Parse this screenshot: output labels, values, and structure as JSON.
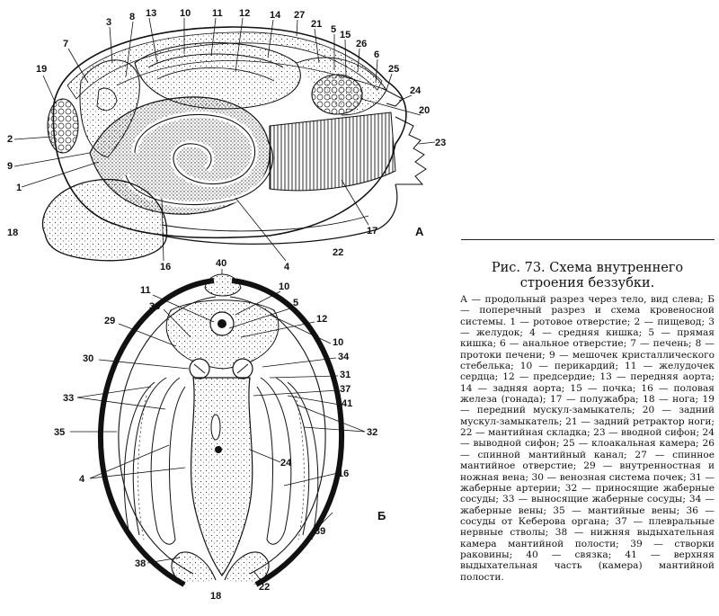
{
  "caption": {
    "title": "Рис. 73. Схема внутреннего строения беззубки.",
    "body": "А — продольный разрез через тело, вид слева; Б — поперечный разрез и схема кровеносной системы. 1 — ротовое отверстие; 2 — пищевод; 3 — желудок; 4 — средняя кишка; 5 — прямая кишка; 6 — анальное отверстие; 7 — печень; 8 — протоки печени; 9 — мешочек кристаллического стебелька; 10 — перикардий; 11 — желудочек сердца; 12 — предсердие; 13 — передняя аорта; 14 — задняя аорта; 15 — почка; 16 — половая железа (гонада); 17 — полужабра; 18 — нога; 19 — передний мускул-замыкатель; 20 — задний мускул-замыкатель; 21 — задний ретрактор ноги; 22 — мантийная складка; 23 — вводной сифон; 24 — выводной сифон; 25 — клоакальная камера; 26 — спинной мантийный канал; 27 — спинное мантийное отверстие; 29 — внутренностная и ножная вена; 30 — венозная система почек; 31 — жаберные артерии; 32 — приносящие жаберные сосуды; 33 — выносящие жаберные сосуды; 34 — жаберные вены; 35 — мантийные вены; 36 — сосуды от Кеберова органа; 37 — плевральные нервные стволы; 38 — нижняя выдыхательная камера мантийной полости; 39 — створки раковины; 40 — связка; 41 — верхняя выдыхательная часть (камера) мантийной полости."
  },
  "figure_a": {
    "panel_letter": "А",
    "labels": [
      "13",
      "10",
      "11",
      "12",
      "14",
      "27",
      "21",
      "5",
      "15",
      "26",
      "6",
      "25",
      "24",
      "20",
      "23",
      "3",
      "8",
      "7",
      "19",
      "2",
      "9",
      "1",
      "18",
      "16",
      "4",
      "17",
      "22"
    ]
  },
  "figure_b": {
    "panel_letter": "Б",
    "labels": [
      "40",
      "11",
      "10",
      "5",
      "36",
      "12",
      "29",
      "10",
      "34",
      "30",
      "31",
      "37",
      "41",
      "33",
      "32",
      "35",
      "4",
      "24",
      "16",
      "39",
      "38",
      "22",
      "18"
    ]
  }
}
